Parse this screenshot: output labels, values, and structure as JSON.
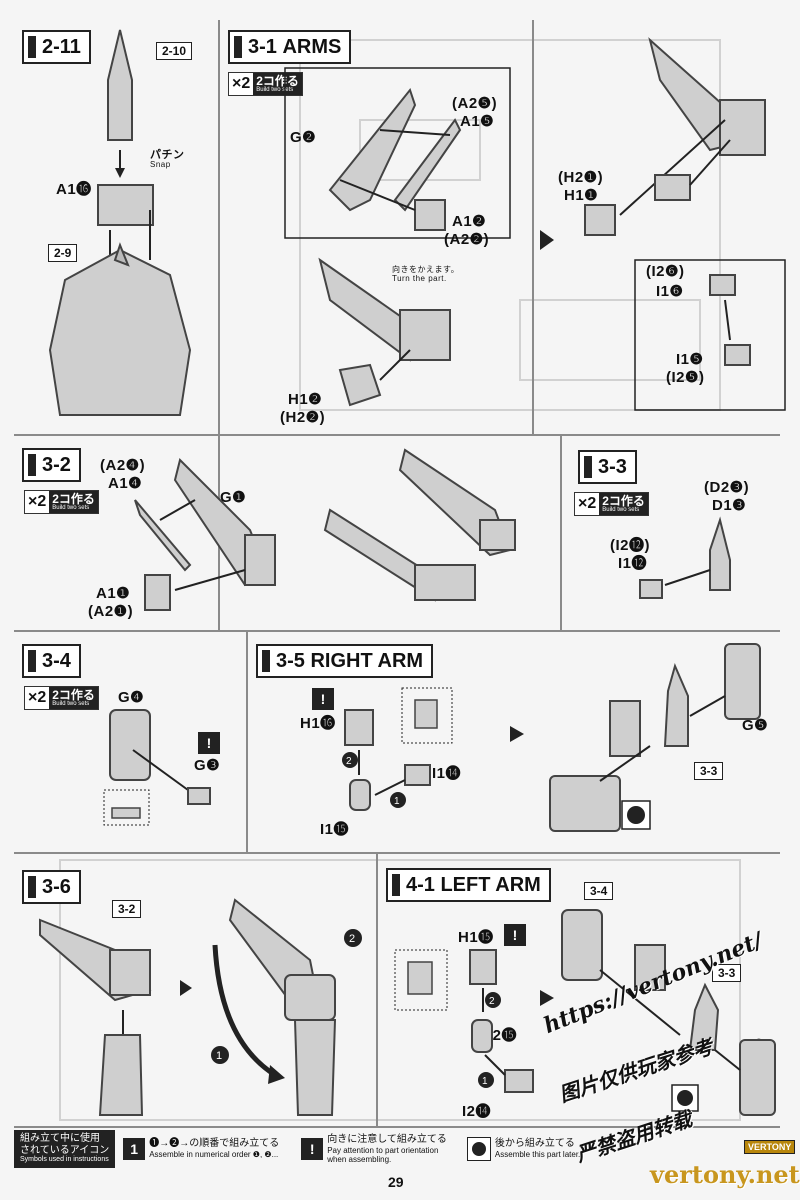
{
  "steps": {
    "s211": "2-11",
    "s31": "3-1",
    "s31_title": "ARMS",
    "s32": "3-2",
    "s33": "3-3",
    "s34": "3-4",
    "s35": "3-5",
    "s35_title": "RIGHT ARM",
    "s36": "3-6",
    "s41": "4-1",
    "s41_title": "LEFT ARM"
  },
  "refs": {
    "r210": "2-10",
    "r29": "2-9",
    "r32": "3-2",
    "r33a": "3-3",
    "r34": "3-4",
    "r33b": "3-3"
  },
  "make_two": {
    "mult": "×2",
    "jp": "2コ作る",
    "en": "Build two sets"
  },
  "snap": {
    "jp": "パチン",
    "en": "Snap"
  },
  "turn_note": {
    "jp": "向きをかえます。",
    "en": "Turn the part."
  },
  "labels": {
    "a1_16": "A1⓰",
    "a2_5": "(A2❺)",
    "a1_5": "A1❺",
    "g2": "G❷",
    "a1_2": "A1❷",
    "a2_2": "(A2❷)",
    "h1_2": "H1❷",
    "h2_2": "(H2❷)",
    "h2_1": "(H2❶)",
    "h1_1": "H1❶",
    "i2_6": "(I2❻)",
    "i1_6": "I1❻",
    "i1_5": "I1❺",
    "i2_5": "(I2❺)",
    "a2_4": "(A2❹)",
    "a1_4": "A1❹",
    "g1": "G❶",
    "a1_1": "A1❶",
    "a2_1": "(A2❶)",
    "d2_3": "(D2❸)",
    "d1_3": "D1❸",
    "i2_12": "(I2⓬)",
    "i1_12": "I1⓬",
    "g4": "G❹",
    "g3": "G❸",
    "h1_16": "H1⓰",
    "i1_14": "I1⓮",
    "i1_15": "I1⓯",
    "g5": "G❺",
    "h1_15": "H1⓯",
    "i2_15": "I2⓯",
    "i2_14": "I2⓮",
    "g5b": "G❺"
  },
  "legend": {
    "head_jp1": "組み立て中に使用",
    "head_jp2": "されているアイコン",
    "head_en": "Symbols used in instructions",
    "num_jp": "❶→❷→の順番で組み立てる",
    "num_en": "Assemble in numerical order ❶, ❷...",
    "warn_jp": "向きに注意して組み立てる",
    "warn_en1": "Pay attention to part orientation",
    "warn_en2": "when assembling.",
    "back_jp": "後から組み立てる",
    "back_en": "Assemble this part later."
  },
  "page_number": "29",
  "brand_badge": "VERTONY",
  "watermark": {
    "url": "https://vertony.net/",
    "cn1": "图片仅供玩家参考",
    "cn2": "严禁盗用转载",
    "site": "vertony.net"
  }
}
